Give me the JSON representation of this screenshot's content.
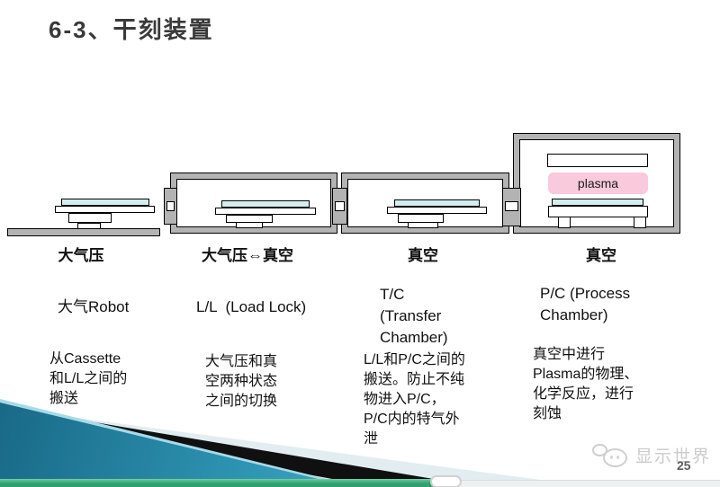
{
  "slide": {
    "title": "6-3、干刻装置",
    "watermark": "显示世界",
    "page_number": "25"
  },
  "diagram": {
    "plasma_label": "plasma",
    "stations": [
      {
        "pressure": "大气压",
        "name": "大气Robot",
        "description": "从Cassette\n和L/L之间的\n搬送"
      },
      {
        "pressure": "大气压⇔真空",
        "name": "L/L  (Load Lock)",
        "description": "大气压和真\n空两种状态\n之间的切换"
      },
      {
        "pressure": "真空",
        "name": "T/C\n(Transfer\nChamber)",
        "description": "L/L和P/C之间的\n搬送。防止不纯\n物进入P/C，\nP/C内的特气外\n泄"
      },
      {
        "pressure": "真空",
        "name": "P/C (Process\nChamber)",
        "description": "真空中进行\nPlasma的物理、\n化学反应，进行\n刻蚀"
      }
    ]
  },
  "colors": {
    "chamber_gray": "#b3b3b3",
    "wafer_cyan": "#d4eef0",
    "plasma_pink": "#f9c9dc",
    "accent_teal": "#2f96b4",
    "progress_green": "#2da26e"
  }
}
